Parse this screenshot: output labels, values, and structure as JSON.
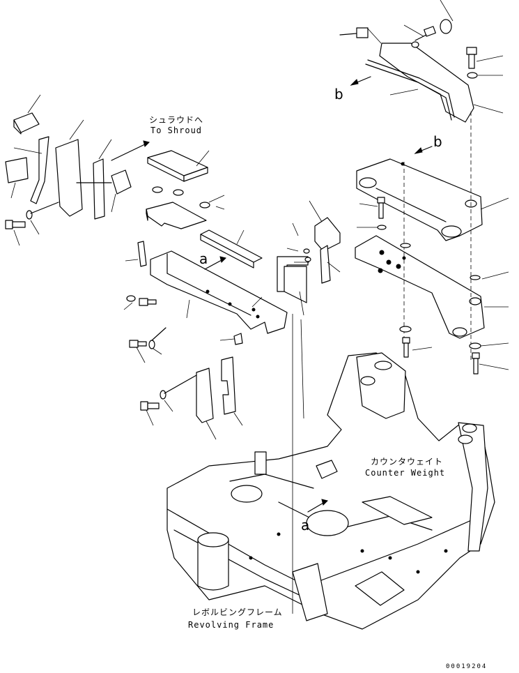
{
  "labels": {
    "shroud_jp": "シュラウドへ",
    "shroud_en": "To Shroud",
    "counterweight_jp": "カウンタウェイト",
    "counterweight_en": "Counter Weight",
    "frame_jp": "レボルビングフレーム",
    "frame_en": "Revolving Frame",
    "ref_a_1": "a",
    "ref_a_2": "a",
    "ref_b_1": "b",
    "ref_b_2": "b"
  },
  "drawing_code": "00019204"
}
